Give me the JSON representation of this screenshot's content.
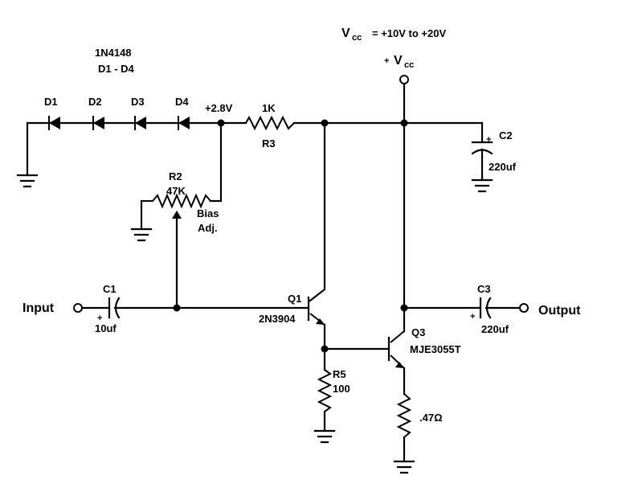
{
  "title": {
    "vcc_main": "V",
    "vcc_sub": "cc",
    "vcc_range": "= +10V to +20V"
  },
  "diodes": {
    "part_number": "1N4148",
    "range": "D1 - D4",
    "labels": [
      "D1",
      "D2",
      "D3",
      "D4"
    ]
  },
  "nodes": {
    "bias_voltage": "+2.8V",
    "vcc_terminal_plus": "+",
    "vcc_terminal_v": "V",
    "vcc_terminal_sub": "cc"
  },
  "r3": {
    "value": "1K",
    "name": "R3"
  },
  "r2": {
    "name": "R2",
    "value": "47K",
    "note_line1": "Bias",
    "note_line2": "Adj."
  },
  "c1": {
    "name": "C1",
    "polarity": "+",
    "value": "10uf"
  },
  "c2": {
    "name": "C2",
    "polarity": "+",
    "value": "220uf"
  },
  "c3": {
    "name": "C3",
    "polarity": "+",
    "value": "220uf"
  },
  "q1": {
    "name": "Q1",
    "part": "2N3904"
  },
  "q3": {
    "name": "Q3",
    "part": "MJE3055T"
  },
  "r5": {
    "name": "R5",
    "value": "100"
  },
  "re": {
    "value": ".47Ω"
  },
  "io": {
    "input": "Input",
    "output": "Output"
  }
}
